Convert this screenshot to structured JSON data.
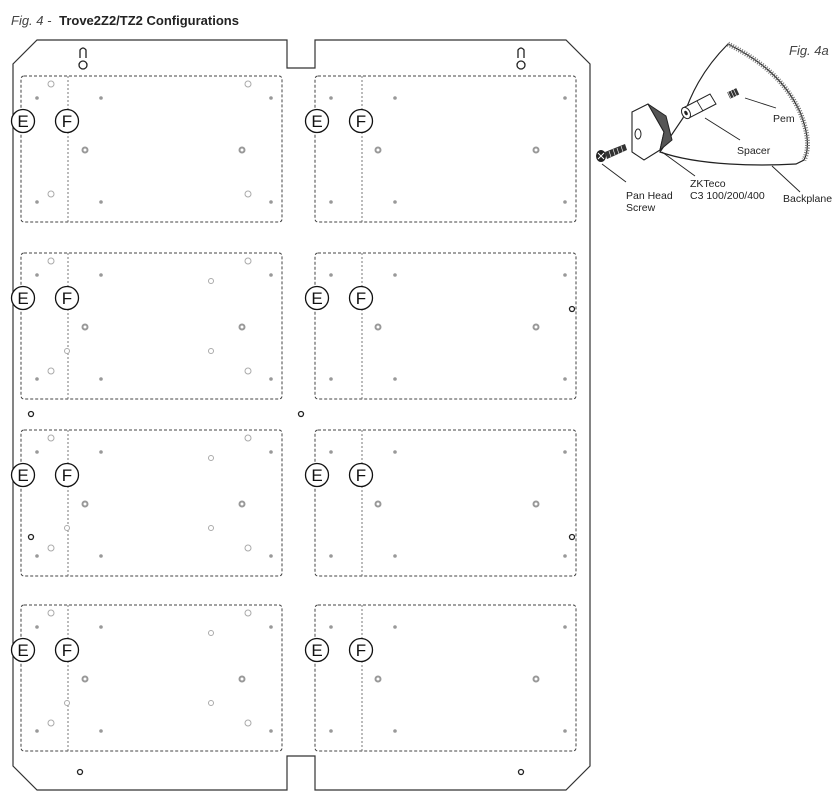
{
  "figure": {
    "prefix": "Fig. 4 -",
    "title": "Trove2Z2/TZ2 Configurations"
  },
  "position_labels": {
    "e": "E",
    "f": "F"
  },
  "detail": {
    "title": "Fig. 4a",
    "labels": {
      "pem": "Pem",
      "spacer": "Spacer",
      "pan_head_1": "Pan Head",
      "pan_head_2": "Screw",
      "zkteco_1": "ZKTeco",
      "zkteco_2": "C3 100/200/400",
      "backplane": "Backplane"
    }
  },
  "layout_grid": {
    "rows": 4,
    "columns": 2
  }
}
